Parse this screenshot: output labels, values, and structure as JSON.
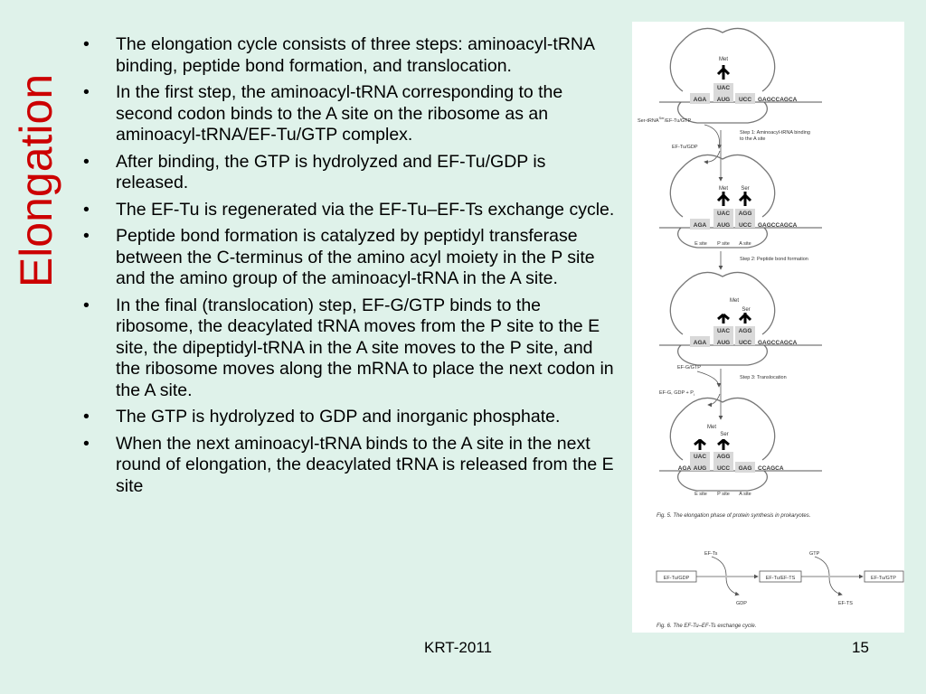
{
  "slide": {
    "title": "Elongation",
    "footer": "KRT-2011",
    "page_number": "15",
    "title_color": "#cc0000",
    "background_color": "#dff2ea"
  },
  "bullets": [
    "The elongation cycle consists of three steps: aminoacyl-tRNA binding, peptide bond formation, and translocation.",
    "In the first step, the aminoacyl-tRNA corresponding to the second codon binds to the A site on the ribosome as an aminoacyl-tRNA/EF-Tu/GTP complex.",
    "After binding, the GTP is hydrolyzed and EF-Tu/GDP is released.",
    "The EF-Tu is regenerated via the EF-Tu–EF-Ts exchange cycle.",
    "Peptide bond formation is catalyzed by peptidyl transferase between the C-terminus of the amino acyl moiety in the P site and the amino group of the aminoacyl-tRNA in the A site.",
    "In the final (translocation) step, EF-G/GTP binds to the ribosome, the deacylated tRNA moves from the P site to the E site, the dipeptidyl-tRNA in the A site moves to the P site, and the ribosome moves along the mRNA to place the next codon in the A site.",
    "The GTP is hydrolyzed to GDP and inorganic phosphate.",
    "When the next aminoacyl-tRNA binds to the A site in the next round of elongation, the deacylated tRNA is released from the E site"
  ],
  "figure": {
    "stage1": {
      "met": "Met",
      "anticodon_p": "UAC",
      "codon_e": "AGA",
      "codon_p": "AUG",
      "codon_a": "UCC",
      "mrna_tail": "GAGCCAGCA"
    },
    "step1": {
      "incoming": "Ser-tRNA",
      "incoming_sup": "Ser",
      "incoming_suffix": "/EF-Tu/GTP",
      "released": "EF-Tu/GDP",
      "label_line1": "Step 1: Aminoacyl-tRNA binding",
      "label_line2": "to the A site"
    },
    "stage2": {
      "met": "Met",
      "ser": "Ser",
      "anticodon_p": "UAC",
      "anticodon_a": "AGG",
      "codon_e": "AGA",
      "codon_p": "AUG",
      "codon_a": "UCC",
      "mrna_tail": "GAGCCAGCA",
      "site_e": "E site",
      "site_p": "P site",
      "site_a": "A site"
    },
    "step2": {
      "label": "Step 2: Peptide bond formation"
    },
    "stage3": {
      "met": "Met",
      "ser": "Ser",
      "anticodon_p": "UAC",
      "anticodon_a": "AGG",
      "codon_e": "AGA",
      "codon_p": "AUG",
      "codon_a": "UCC",
      "mrna_tail": "GAGCCAGCA"
    },
    "step3": {
      "incoming": "EF-G/GTP",
      "released": "EF-G, GDP + P",
      "released_sub": "i",
      "label": "Step 3: Translocation"
    },
    "stage4": {
      "met": "Met",
      "ser": "Ser",
      "anticodon_e": "UAC",
      "anticodon_p": "AGG",
      "codon_left": "AGA",
      "codon_e": "AUG",
      "codon_p": "UCC",
      "codon_a": "GAG",
      "mrna_tail": "CCAGCA",
      "site_e": "E site",
      "site_p": "P site",
      "site_a": "A site"
    },
    "fig5_caption": "Fig. 5.    The elongation phase of protein synthesis in prokaryotes.",
    "cycle": {
      "box1": "EF-Tu/GDP",
      "box2": "EF-Tu/EF-TS",
      "box3": "EF-Tu/GTP",
      "in1": "EF-Ts",
      "out1": "GDP",
      "in2": "GTP",
      "out2": "EF-TS"
    },
    "fig6_caption": "Fig. 6.    The EF-Tu–EF-Ts exchange cycle."
  }
}
